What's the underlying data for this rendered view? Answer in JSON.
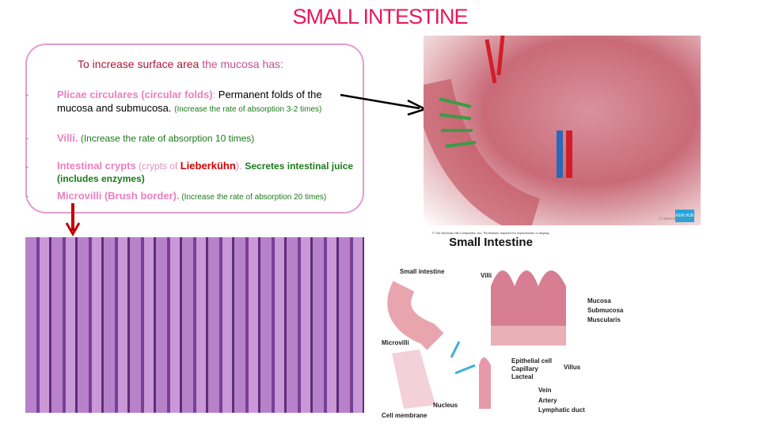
{
  "title": "SMALL INTESTINE",
  "box": {
    "intro_a": "To increase surface area ",
    "intro_b": "the mucosa has:",
    "items": [
      {
        "term": "Plicae circulares (circular folds)",
        "sep": ": ",
        "text": "Permanent folds of the mucosa and submucosa. ",
        "note": "(Increase the rate of absorption 3-2 times)"
      },
      {
        "term": "Villi.",
        "note": " (Increase the rate of absorption 10 times)"
      },
      {
        "term": "Intestinal crypts",
        "paren_a": " (crypts of ",
        "name": "Lieberkühn",
        "paren_b": "). ",
        "text": "Secretes intestinal juice (includes enzymes)"
      },
      {
        "term": "Microvilli (Brush border).",
        "note": " (Increase the rate of absorption 20 times)"
      }
    ],
    "bullet": "-"
  },
  "gut_image": {
    "watermark": "© www.kenhub.com",
    "badge": "KEN HUB"
  },
  "diagram": {
    "copyright": "© The McGraw-Hill Companies, Inc. Permission required for reproduction or display.",
    "title": "Small Intestine",
    "labels": [
      "Small intestine",
      "Villi",
      "Mucosa",
      "Submucosa",
      "Muscularis",
      "Microvilli",
      "Epithelial cell",
      "Capillary",
      "Lacteal",
      "Villus",
      "Vein",
      "Artery",
      "Lymphatic duct",
      "Nucleus",
      "Cell membrane"
    ]
  },
  "colors": {
    "title": "#e8185a",
    "border": "#e39ccf",
    "term": "#ea7fbf",
    "note": "#1a7a1a",
    "arrow_red": "#c00000"
  }
}
